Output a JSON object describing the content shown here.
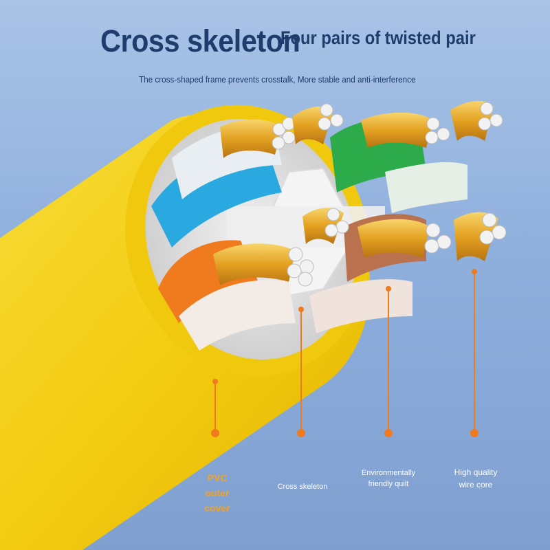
{
  "header": {
    "title": "Cross skeleton",
    "subtitle": "Four pairs of twisted pair",
    "tagline": "The cross-shaped frame prevents crosstalk, More stable and anti-interference"
  },
  "callouts": [
    {
      "label": "PVC outer cover",
      "color": "#f6a21b"
    },
    {
      "label": "Cross skeleton",
      "color": "#ffffff"
    },
    {
      "label": "Environmentally friendly quilt",
      "color": "#ffffff"
    },
    {
      "label": "High quality wire core",
      "color": "#ffffff"
    }
  ],
  "colors": {
    "jacket": "#f4d11e",
    "copper": "#e8a92a",
    "accent_orange": "#f07a1e",
    "title": "#1e3d6d"
  }
}
